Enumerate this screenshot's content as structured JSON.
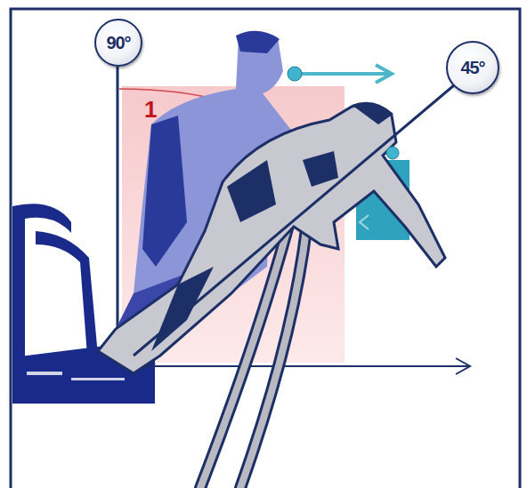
{
  "diagram": {
    "nodes": [
      {
        "text": [
          "90°"
        ]
      },
      {
        "text": [
          "45°"
        ]
      }
    ],
    "labels": [
      "1"
    ]
  }
}
